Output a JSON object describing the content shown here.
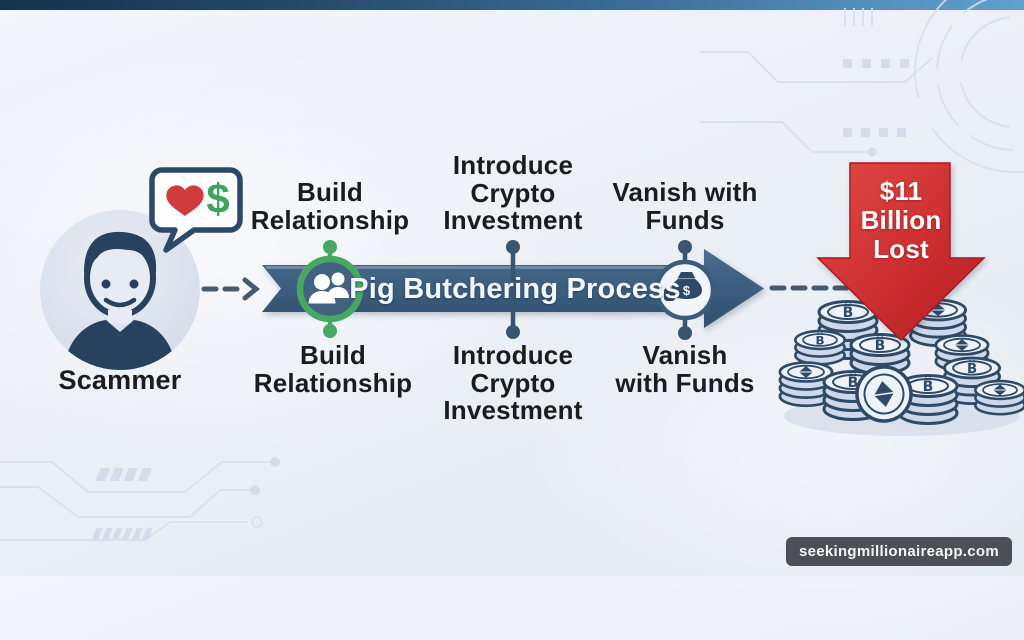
{
  "scammer": {
    "label": "Scammer"
  },
  "bubble": {
    "dollar_symbol": "$"
  },
  "process": {
    "banner_label": "Pig Butchering Process",
    "steps": [
      {
        "id": "build-relationship",
        "top_line1": "Build",
        "top_line2": "Relationship",
        "bottom_line1": "Build",
        "bottom_line2": "Relationship"
      },
      {
        "id": "introduce-crypto-investment",
        "top_line1": "Introduce",
        "top_line2": "Crypto",
        "top_line3": "Investment",
        "bottom_line1": "Introduce",
        "bottom_line2": "Crypto",
        "bottom_line3": "Investment"
      },
      {
        "id": "vanish-with-funds",
        "top_line1": "Vanish with",
        "top_line2": "Funds",
        "bottom_line1": "Vanish",
        "bottom_line2": "with Funds"
      }
    ]
  },
  "loss": {
    "line1": "$11",
    "line2": "Billion",
    "line3": "Lost"
  },
  "icons": {
    "heart": "heart-shape",
    "dollar": "$",
    "people": "two-person-silhouette",
    "money_bag": "money-bag-with-hand",
    "bitcoin": "B",
    "ethereum": "diamond-shape"
  },
  "watermark": {
    "text": "seekingmillionaireapp.com"
  },
  "colors": {
    "top_bar_left": "#16324c",
    "top_bar_right": "#5fa0cd",
    "banner_blue": "#3a5a7b",
    "accent_green": "#47a763",
    "accent_navy": "#3a566f",
    "red": "#c9302f",
    "coin_edge": "#cdd9ea",
    "coin_face": "#eef3fa",
    "outline_navy": "#2e4a67",
    "text": "#1b1c1e",
    "background": "#edf1f7"
  }
}
